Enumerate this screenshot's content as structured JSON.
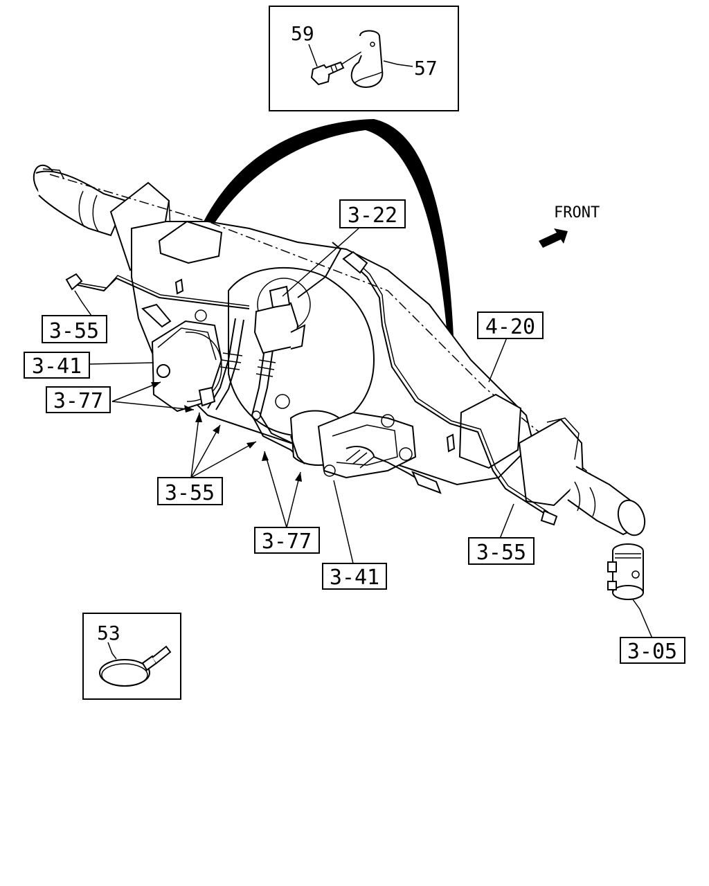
{
  "front_label": "FRONT",
  "callouts": {
    "c_3_22": "3-22",
    "c_3_55_a": "3-55",
    "c_3_41_a": "3-41",
    "c_3_77_a": "3-77",
    "c_3_55_b": "3-55",
    "c_3_77_b": "3-77",
    "c_3_41_b": "3-41",
    "c_4_20": "4-20",
    "c_3_55_c": "3-55",
    "c_3_05": "3-05"
  },
  "detail_top": {
    "part_59": "59",
    "part_57": "57"
  },
  "detail_bottom": {
    "part_53": "53"
  }
}
